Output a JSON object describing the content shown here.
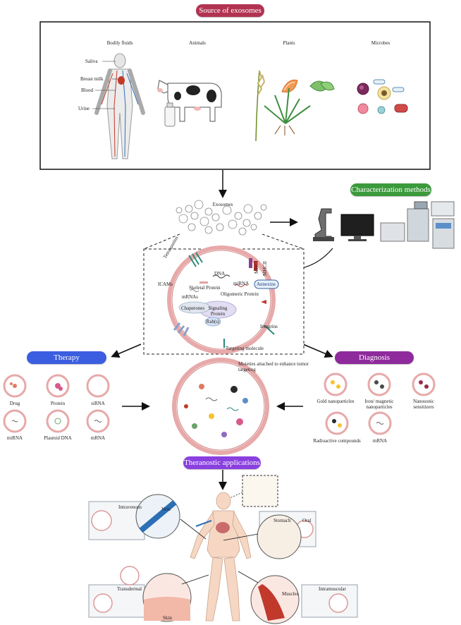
{
  "colors": {
    "source": "#b23351",
    "characterization": "#3b9a3b",
    "therapy": "#3b5de0",
    "diagnosis": "#8e2a9c",
    "theranostic": "#8a3fe0",
    "vessel_red": "#c0392b",
    "vessel_blue": "#2c6fb5"
  },
  "source": {
    "title": "Source of exosomes",
    "categories": [
      "Bodily fluids",
      "Animals",
      "Plants",
      "Microbes"
    ],
    "fluids": [
      "Saliva",
      "Breast milk",
      "Blood",
      "Urine"
    ]
  },
  "characterization": {
    "title": "Characterization methods"
  },
  "exosome_cluster": {
    "label": "Exosomes"
  },
  "exosome_detail": {
    "labels": {
      "tetraspanins": "Tetraspanins",
      "dna": "DNA",
      "skeletal": "Skeletal Protein",
      "mirna": "miRNA",
      "oligomeric": "Oligomeric Protein",
      "mrnas": "mRNAs",
      "icams": "ICAMs",
      "chaperones": "Chaperones",
      "signaling": "Signaling Protein",
      "rabs": "Rab(s)",
      "annexins": "Annexins",
      "mhci": "MHCI",
      "mhcii": "MHCII",
      "integrins": "Integrins",
      "targeting": "Targeting molecule"
    }
  },
  "therapy": {
    "title": "Therapy",
    "items": [
      "Drug",
      "Protein",
      "siRNA",
      "miRNA",
      "Plasmid DNA",
      "mRNA"
    ]
  },
  "diagnosis": {
    "title": "Diagnosis",
    "items": [
      "Gold nanoparticles",
      "Iron/ magnetic nanoparticles",
      "Nanosonic sensitizers",
      "Radioactive compounds",
      "mRNA"
    ]
  },
  "center": {
    "moieties": "Moieties attached to enhance tumor targeting"
  },
  "theranostic": {
    "title": "Theranostic applications",
    "routes": {
      "intravenous": "Intravenous",
      "vein": "Vein",
      "oral": "Oral",
      "stomach": "Stomach",
      "transdermal": "Transdermal",
      "skin": "Skin",
      "intramuscular": "Intramuscular",
      "muscles": "Muscles"
    }
  }
}
